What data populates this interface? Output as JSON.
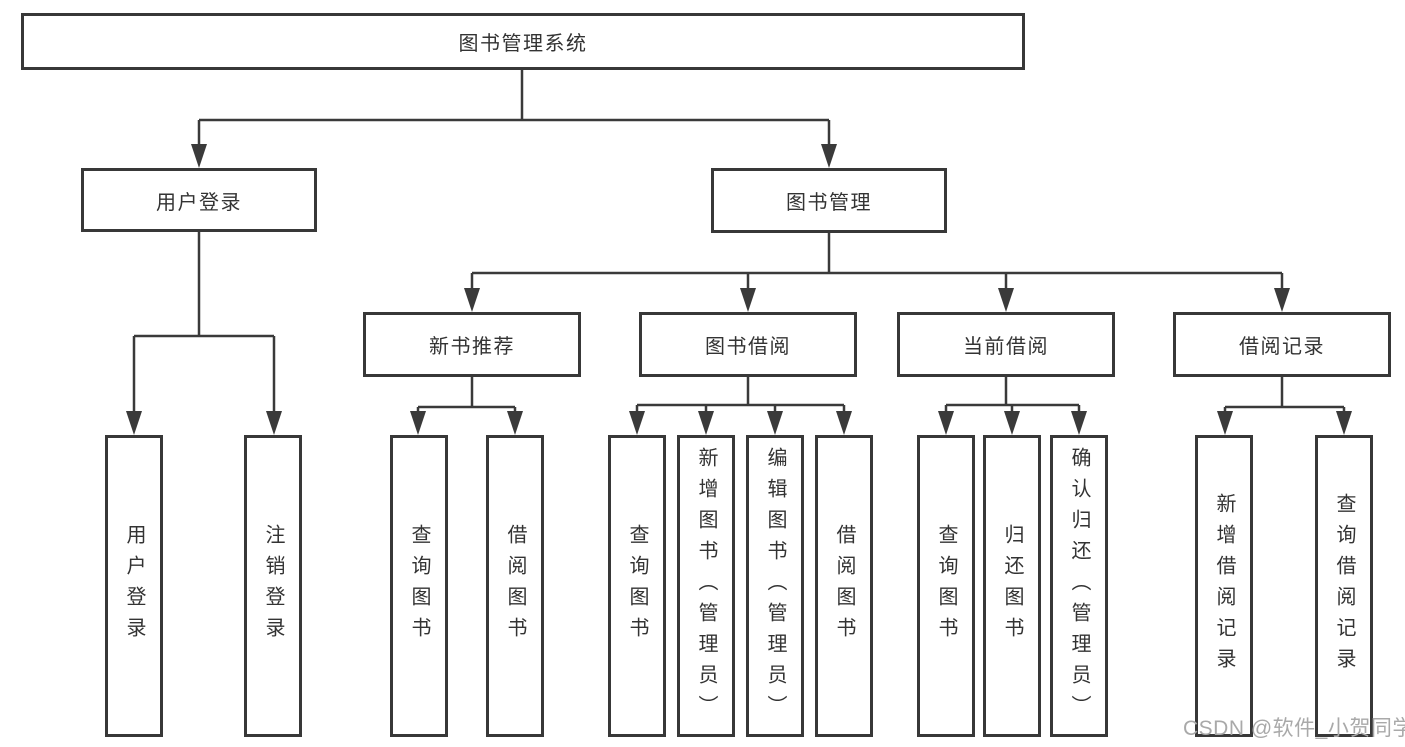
{
  "diagram": {
    "root": {
      "label": "图书管理系统"
    },
    "level2": [
      {
        "label": "用户登录"
      },
      {
        "label": "图书管理"
      }
    ],
    "level3": [
      {
        "label": "新书推荐"
      },
      {
        "label": "图书借阅"
      },
      {
        "label": "当前借阅"
      },
      {
        "label": "借阅记录"
      }
    ],
    "leaves": {
      "user_login": [
        {
          "label": "用户登录"
        },
        {
          "label": "注销登录"
        }
      ],
      "new_book_recommendation": [
        {
          "label": "查询图书"
        },
        {
          "label": "借阅图书"
        }
      ],
      "book_borrowing": [
        {
          "label": "查询图书"
        },
        {
          "label": "新增图书（管理员）"
        },
        {
          "label": "编辑图书（管理员）"
        },
        {
          "label": "借阅图书"
        }
      ],
      "current_borrowing": [
        {
          "label": "查询图书"
        },
        {
          "label": "归还图书"
        },
        {
          "label": "确认归还（管理员）"
        }
      ],
      "borrowing_records": [
        {
          "label": "新增借阅记录"
        },
        {
          "label": "查询借阅记录"
        }
      ]
    }
  },
  "watermark": {
    "text": "CSDN @软件_小贺同学"
  },
  "colors": {
    "box_border": "#383838",
    "connector_line": "#3a3a3a",
    "node_text": "#333333",
    "watermark_text": "#a9a9a9",
    "background": "#ffffff"
  }
}
